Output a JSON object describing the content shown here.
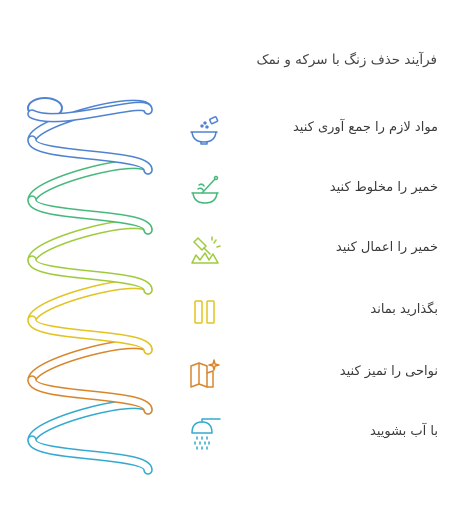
{
  "title": "فرآیند حذف زنگ با سرکه و نمک",
  "colors": {
    "blue": "#4f82cf",
    "green": "#46b87c",
    "lime": "#9ecb3c",
    "yellow": "#e2c31f",
    "orange": "#d8852c",
    "cyan": "#34a9cf"
  },
  "steps": [
    {
      "label": "مواد لازم را جمع آوری کنید",
      "icon": "bowl-sprinkle-icon",
      "color": "#4f82cf"
    },
    {
      "label": "خمیر را مخلوط کنید",
      "icon": "mixing-bowl-icon",
      "color": "#46b87c"
    },
    {
      "label": "خمیر را اعمال کنید",
      "icon": "apply-brush-icon",
      "color": "#9ecb3c"
    },
    {
      "label": "بگذارید بماند",
      "icon": "pause-icon",
      "color": "#e2c31f"
    },
    {
      "label": "نواحی را تمیز کنید",
      "icon": "map-sparkle-icon",
      "color": "#d8852c"
    },
    {
      "label": "با آب بشویید",
      "icon": "shower-icon",
      "color": "#34a9cf"
    }
  ]
}
